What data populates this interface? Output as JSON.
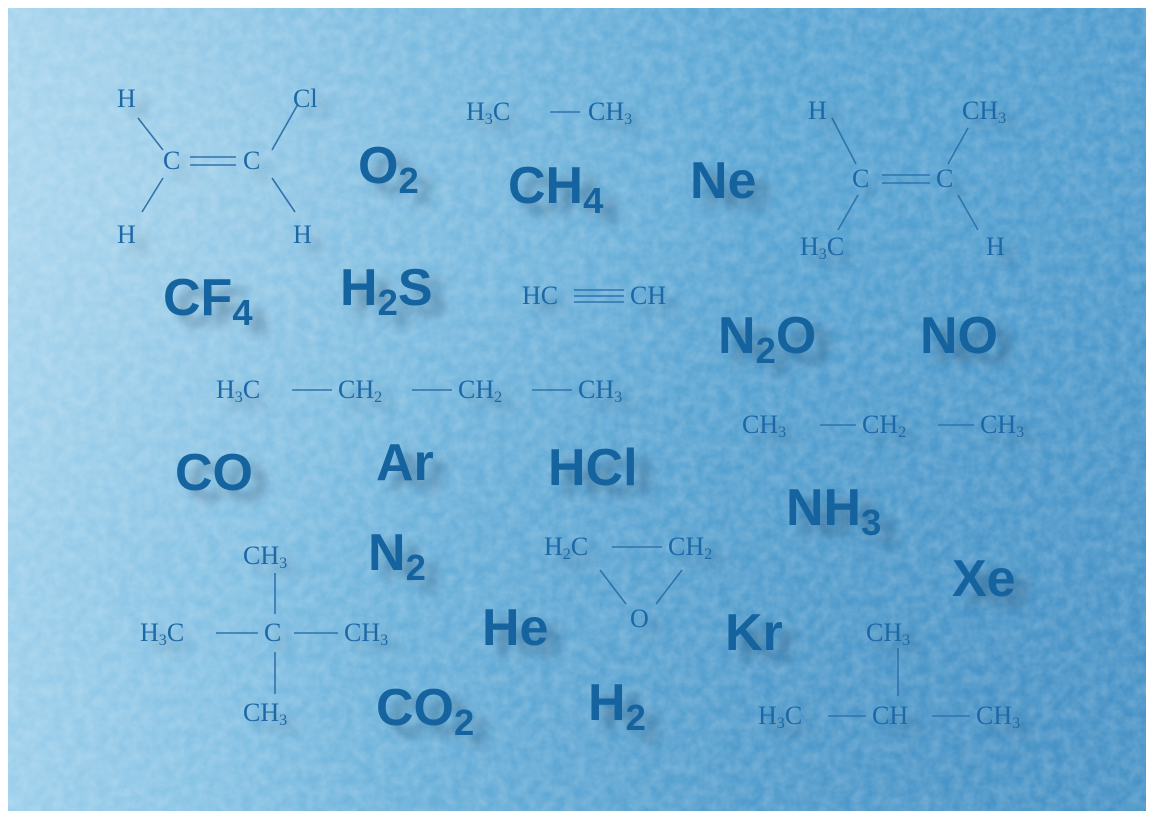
{
  "colors": {
    "ink": "#16649f",
    "background": "#6fb5dd"
  },
  "formulas": {
    "o2": {
      "base": "O",
      "sub": "2"
    },
    "ch4": {
      "base": "CH",
      "sub": "4"
    },
    "ne": {
      "base": "Ne"
    },
    "cf4": {
      "base": "CF",
      "sub": "4"
    },
    "h2s": {
      "pre": "H",
      "sub": "2",
      "post": "S"
    },
    "n2o": {
      "pre": "N",
      "sub": "2",
      "post": "O"
    },
    "no": {
      "base": "NO"
    },
    "co": {
      "base": "CO"
    },
    "ar": {
      "base": "Ar"
    },
    "hcl": {
      "base": "HCl"
    },
    "nh3": {
      "base": "NH",
      "sub": "3"
    },
    "n2": {
      "base": "N",
      "sub": "2"
    },
    "xe": {
      "base": "Xe"
    },
    "he": {
      "base": "He"
    },
    "kr": {
      "base": "Kr"
    },
    "co2": {
      "base": "CO",
      "sub": "2"
    },
    "h2": {
      "base": "H",
      "sub": "2"
    }
  },
  "structures": {
    "vinyl_chloride": {
      "h_top_left": "H",
      "cl_top_right": "Cl",
      "c_left": "C",
      "c_right": "C",
      "h_bottom_left": "H",
      "h_bottom_right": "H"
    },
    "ethane": {
      "left": {
        "base": "H",
        "sub": "3",
        "post": "C"
      },
      "right": {
        "base": "CH",
        "sub": "3"
      }
    },
    "propene": {
      "h_top_left": "H",
      "ch3_top_right": {
        "base": "CH",
        "sub": "3"
      },
      "c_left": "C",
      "c_right": "C",
      "h3c_bottom_left": {
        "base": "H",
        "sub": "3",
        "post": "C"
      },
      "h_bottom_right": "H"
    },
    "ethyne": {
      "left": "HC",
      "right": "CH"
    },
    "butane": {
      "g1": {
        "base": "H",
        "sub": "3",
        "post": "C"
      },
      "g2": {
        "base": "CH",
        "sub": "2"
      },
      "g3": {
        "base": "CH",
        "sub": "2"
      },
      "g4": {
        "base": "CH",
        "sub": "3"
      }
    },
    "propane": {
      "g1": {
        "base": "CH",
        "sub": "3"
      },
      "g2": {
        "base": "CH",
        "sub": "2"
      },
      "g3": {
        "base": "CH",
        "sub": "3"
      }
    },
    "neopentane": {
      "top": {
        "base": "CH",
        "sub": "3"
      },
      "left": {
        "base": "H",
        "sub": "3",
        "post": "C"
      },
      "center": "C",
      "right": {
        "base": "CH",
        "sub": "3"
      },
      "bottom": {
        "base": "CH",
        "sub": "3"
      }
    },
    "ethylene_oxide": {
      "left": {
        "base": "H",
        "sub": "2",
        "post": "C"
      },
      "right": {
        "base": "CH",
        "sub": "2"
      },
      "o": "O"
    },
    "isobutane": {
      "top": {
        "base": "CH",
        "sub": "3"
      },
      "left": {
        "base": "H",
        "sub": "3",
        "post": "C"
      },
      "center": "CH",
      "right": {
        "base": "CH",
        "sub": "3"
      }
    }
  }
}
